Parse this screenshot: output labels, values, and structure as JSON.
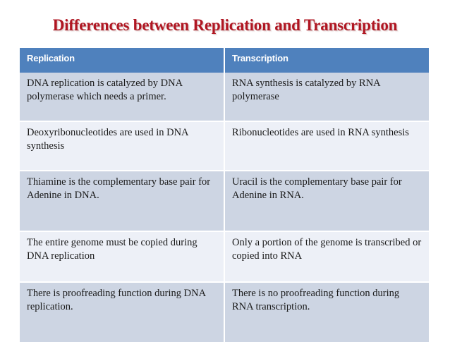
{
  "slide": {
    "title": "Differences between Replication and Transcription",
    "title_color": "#B01622",
    "background_color": "#FFFFFF"
  },
  "table": {
    "header_background": "#4F81BD",
    "header_text_color": "#FFFFFF",
    "row_shade_dark": "#CDD5E3",
    "row_shade_light": "#EDF0F7",
    "columns": [
      {
        "label": "Replication"
      },
      {
        "label": "Transcription"
      }
    ],
    "rows": [
      {
        "replication": "DNA replication is catalyzed by DNA polymerase which needs a primer.",
        "transcription": "RNA synthesis is catalyzed by RNA polymerase"
      },
      {
        "replication": "Deoxyribonucleotides are used in DNA synthesis",
        "transcription": "Ribonucleotides are used in RNA synthesis"
      },
      {
        "replication": "Thiamine is the complementary base pair for Adenine in DNA.",
        "transcription": "Uracil is the complementary base pair for Adenine in RNA."
      },
      {
        "replication": "The entire genome must be copied during DNA replication",
        "transcription": "Only a portion of the genome is transcribed or copied into RNA"
      },
      {
        "replication": "There is proofreading function during DNA replication.",
        "transcription": "There is no proofreading function during RNA transcription."
      }
    ]
  }
}
